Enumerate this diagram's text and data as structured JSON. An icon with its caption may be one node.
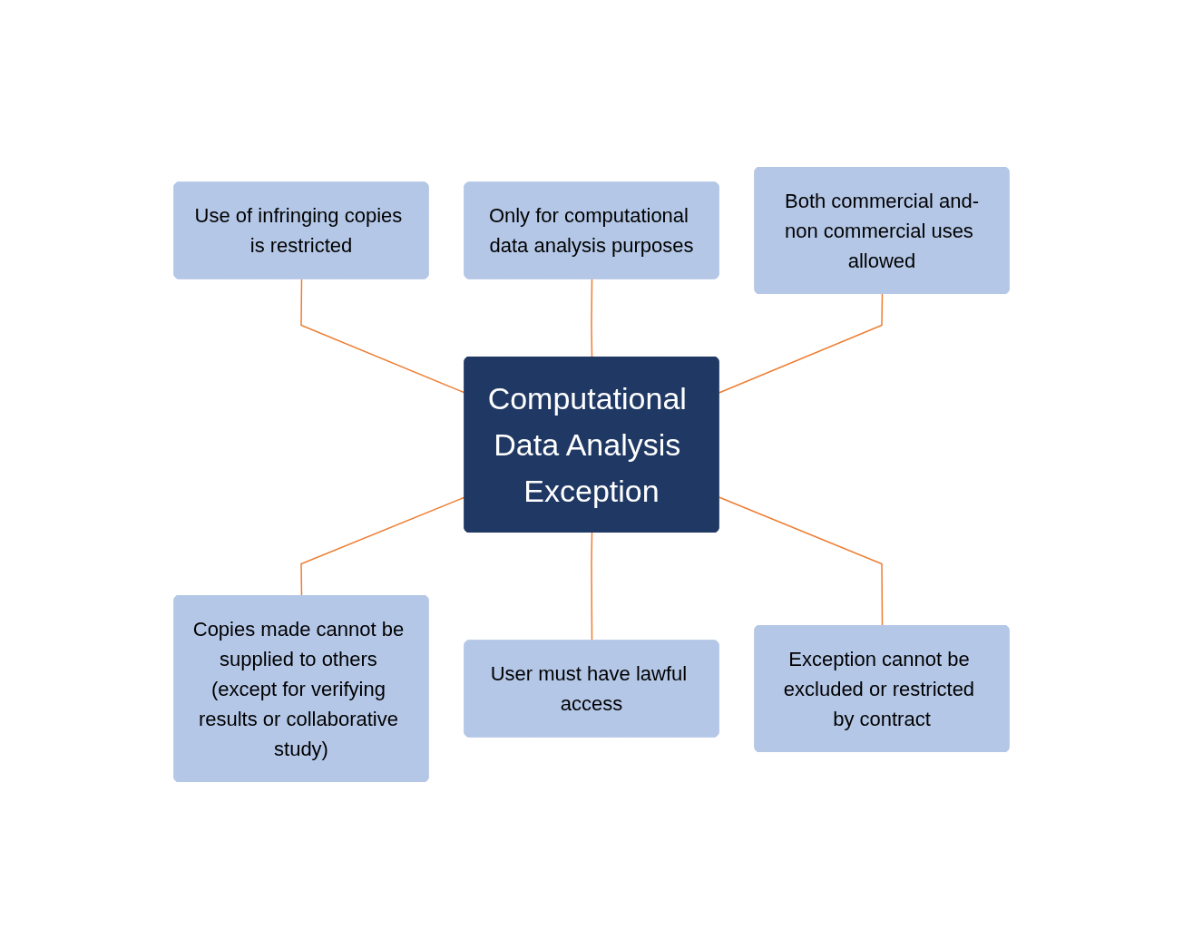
{
  "diagram": {
    "nodes": [
      {
        "text": [
          "Only for computational data analysis purposes"
        ]
      },
      {
        "text": [
          "Use of infringing copies is restricted"
        ]
      },
      {
        "text": [
          "Both commercial and-non commercial uses allowed"
        ]
      },
      {
        "text": [
          "Computational Data Analysis Exception"
        ]
      },
      {
        "text": [
          "Copies made cannot be supplied to others (except for verifying results or collaborative study)"
        ]
      },
      {
        "text": [
          "User must have lawful access"
        ]
      },
      {
        "text": [
          "Exception cannot be excluded or restricted by contract"
        ]
      }
    ],
    "edges": [
      {
        "from": 1,
        "to": 3,
        "arrow": "none"
      },
      {
        "from": 0,
        "to": 3,
        "arrow": "none"
      },
      {
        "from": 2,
        "to": 3,
        "arrow": "none"
      },
      {
        "from": 3,
        "to": 4,
        "arrow": "none"
      },
      {
        "from": 3,
        "to": 5,
        "arrow": "none"
      },
      {
        "from": 3,
        "to": 6,
        "arrow": "none"
      }
    ]
  }
}
